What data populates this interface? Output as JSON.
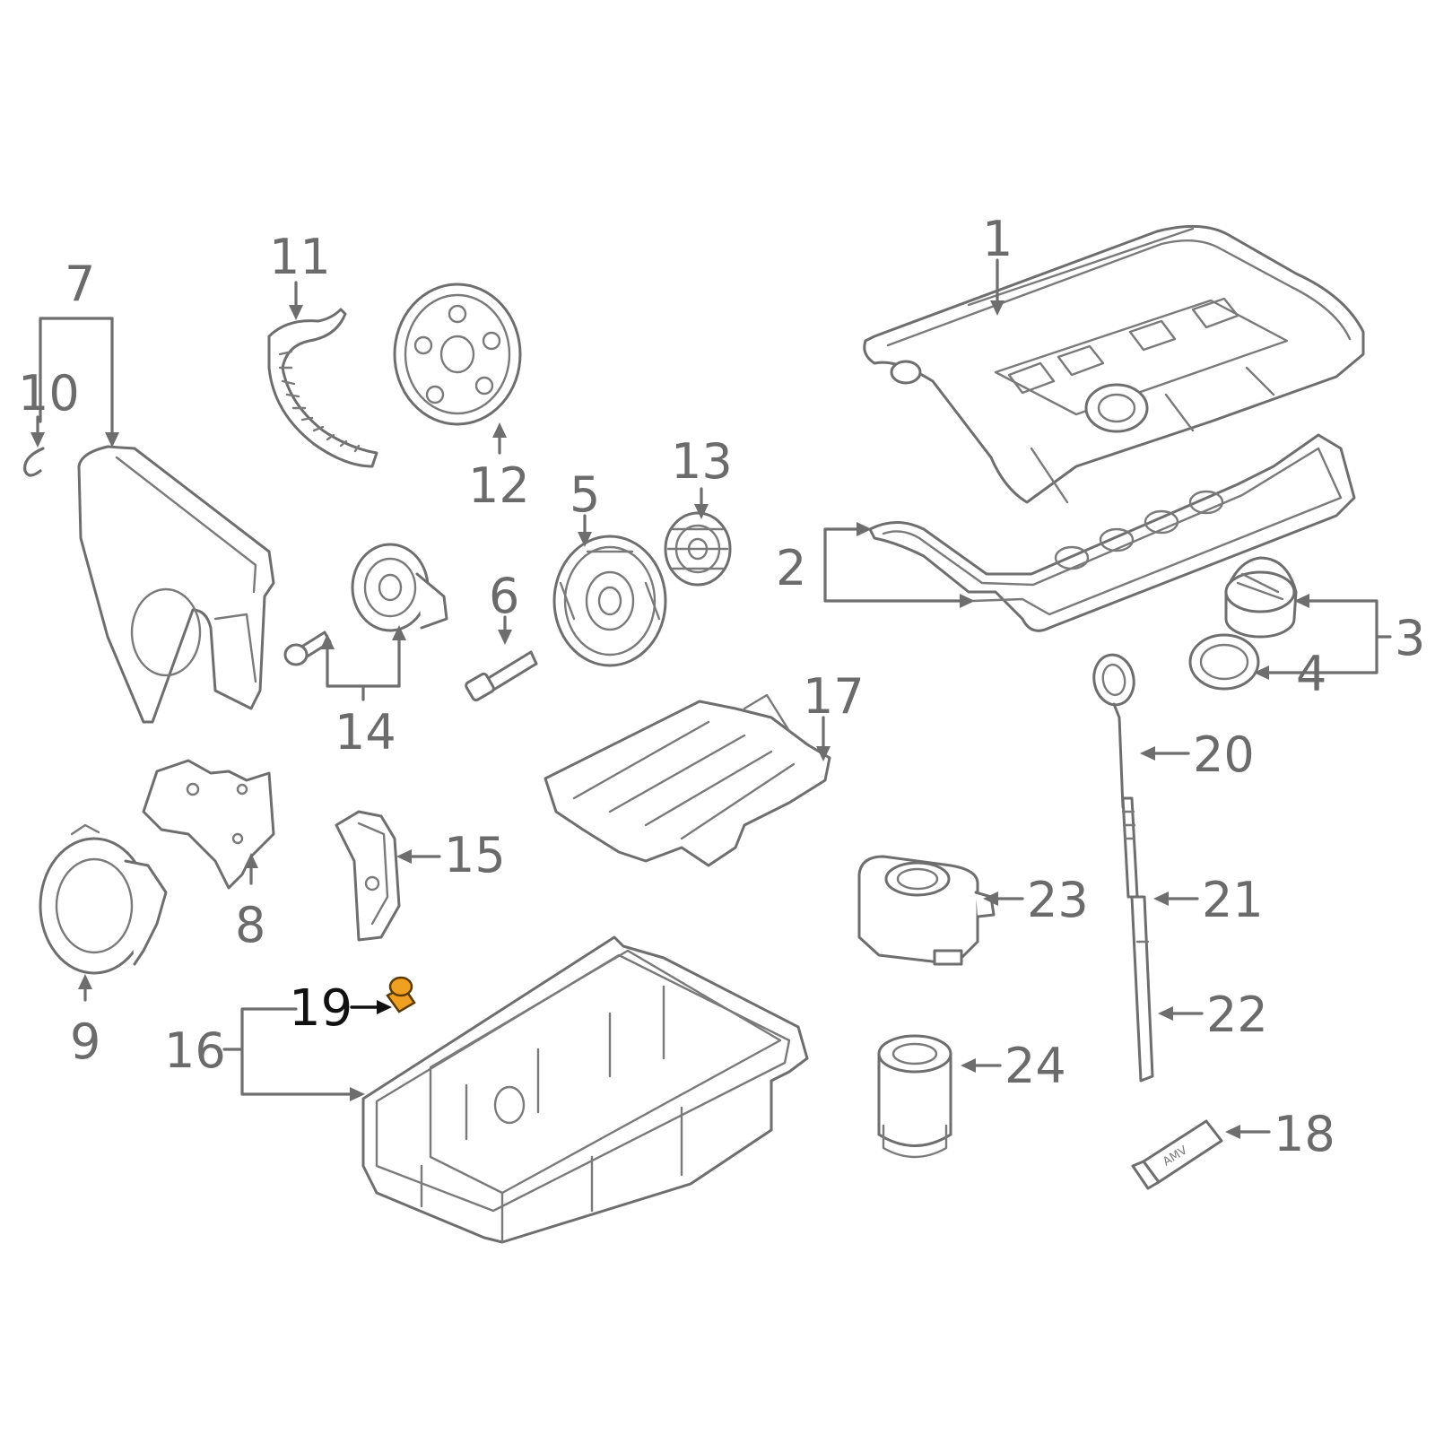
{
  "diagram": {
    "highlight_color": "#f0a020",
    "line_color": "#6e6e6e",
    "callouts": {
      "c1": "1",
      "c2": "2",
      "c3": "3",
      "c4": "4",
      "c5": "5",
      "c6": "6",
      "c7": "7",
      "c8": "8",
      "c9": "9",
      "c10": "10",
      "c11": "11",
      "c12": "12",
      "c13": "13",
      "c14": "14",
      "c15": "15",
      "c16": "16",
      "c17": "17",
      "c18": "18",
      "c19": "19",
      "c20": "20",
      "c21": "21",
      "c22": "22",
      "c23": "23",
      "c24": "24"
    },
    "tube_print": "AMV"
  }
}
